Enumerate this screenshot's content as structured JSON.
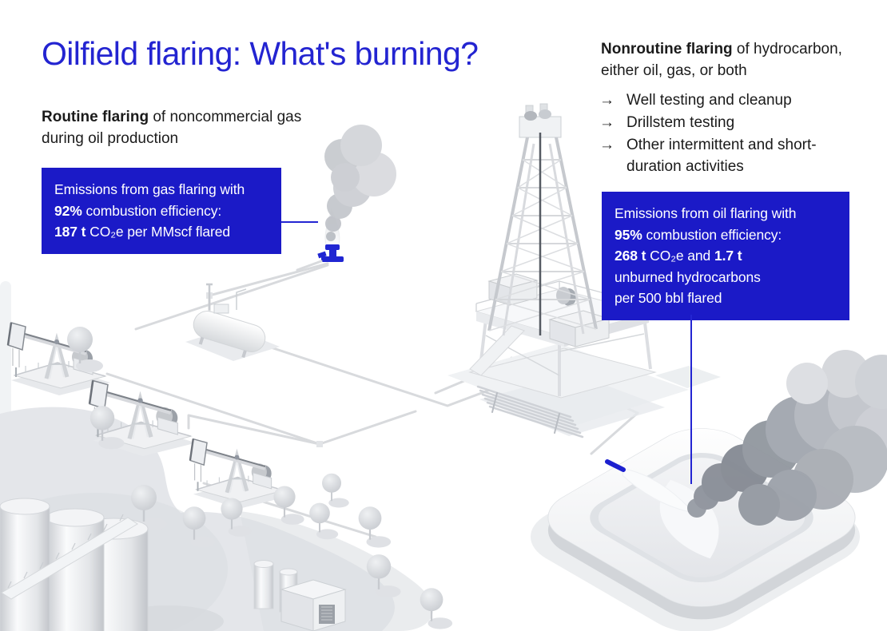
{
  "title": "Oilfield flaring: What's burning?",
  "colors": {
    "accent_blue": "#2325d2",
    "title_blue": "#2324d1",
    "callout_bg": "#1b1ac7",
    "callout_text": "#ffffff",
    "body_text": "#1a1a1a",
    "illustration_gray": "#d8dadd"
  },
  "routine": {
    "heading_bold": "Routine flaring",
    "heading_rest": " of noncommercial gas during oil production"
  },
  "gas_callout": {
    "line1": "Emissions from gas flaring with",
    "eff_bold": "92%",
    "eff_rest": " combustion efficiency:",
    "amount_bold": "187 t",
    "amount_rest": " CO₂e per MMscf flared"
  },
  "nonroutine": {
    "heading_bold": "Nonroutine flaring",
    "heading_rest": " of hydrocarbon, either oil, gas, or both",
    "bullets": [
      {
        "icon": "→",
        "label": "Well testing and cleanup"
      },
      {
        "icon": "→",
        "label": "Drillstem testing"
      },
      {
        "icon": "→",
        "label": "Other intermittent and short-duration activities"
      }
    ]
  },
  "oil_callout": {
    "line1": "Emissions from oil flaring with",
    "eff_bold": "95%",
    "eff_rest": " combustion efficiency:",
    "amount_bold": "268 t",
    "amount_mid": " CO₂e and ",
    "amount_bold2": "1.7 t",
    "line4": "unburned hydrocarbons",
    "line5": "per 500 bbl flared"
  }
}
